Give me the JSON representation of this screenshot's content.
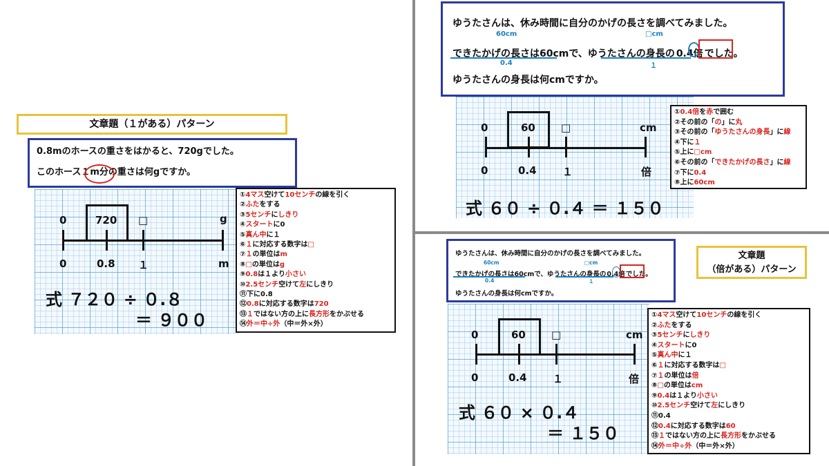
{
  "left": {
    "title": "文章題（１がある）パターン",
    "problem_line1": "0.8mのホースの重さをはかると、720gでした。",
    "problem_line2_a": "このホース",
    "problem_line2_b": "１m分",
    "problem_line2_c": "の重さは何gですか。",
    "diagram": {
      "top_left": "0",
      "box_value": "720",
      "top_mid": "□",
      "top_right": "g",
      "bot_left": "0",
      "bot_mid1": "0.8",
      "bot_mid2": "１",
      "bot_right": "m"
    },
    "formula1": "式 ７２０ ÷ ０.８",
    "formula2": "＝ ９００",
    "steps": [
      [
        "①",
        "4マス",
        "空けて",
        "10センチ",
        "の線を引く"
      ],
      [
        "②",
        "ふた",
        "をする"
      ],
      [
        "③",
        "5センチ",
        "に",
        "しきり"
      ],
      [
        "④",
        "スタート",
        "に0"
      ],
      [
        "⑤",
        "真ん中",
        "に１"
      ],
      [
        "⑥",
        "１",
        "に対応する数字は",
        "□"
      ],
      [
        "⑦",
        "１",
        "の単位は",
        "m"
      ],
      [
        "⑧",
        "□",
        "の単位は",
        "g"
      ],
      [
        "⑨",
        "0.8",
        "は１より",
        "小さい"
      ],
      [
        "⑩",
        "2.5センチ",
        "空けて",
        "左",
        "にしきり"
      ],
      [
        "⑪",
        "",
        "下に0.8"
      ],
      [
        "⑫",
        "0.8",
        "に対応する数字は",
        "720"
      ],
      [
        "⑬",
        "１",
        "ではない方の上に",
        "長方形",
        "をかぶせる"
      ],
      [
        "⑭",
        "外＝中÷外",
        "（中＝外×外）"
      ]
    ]
  },
  "top_right": {
    "problem_line1": "ゆうたさんは、休み時間に自分のかげの長さを調べてみました。",
    "anno_60cm": "60cm",
    "anno_box_cm": "□cm",
    "problem_line2_a": "できたかげの長さは60cmで、ゆうたさんの身長",
    "problem_line2_no": "の",
    "problem_line2_b": "0.4倍",
    "problem_line2_c": "でした。",
    "anno_04": "0.4",
    "anno_1": "１",
    "problem_line3": "ゆうたさんの身長は何cmですか。",
    "diagram": {
      "top_left": "0",
      "box_value": "60",
      "top_mid": "□",
      "top_right": "cm",
      "bot_left": "0",
      "bot_mid1": "0.4",
      "bot_mid2": "１",
      "bot_right": "倍"
    },
    "formula1": "式 ６０ ÷ ０.４ ＝ １５０",
    "steps": [
      [
        "①",
        "0.4倍",
        "を",
        "赤",
        "で囲む"
      ],
      [
        "②",
        "その前の「",
        "の",
        "」に",
        "丸"
      ],
      [
        "③",
        "その前の「",
        "ゆうたさんの身長",
        "」に",
        "線"
      ],
      [
        "④",
        "下に",
        "１"
      ],
      [
        "⑤",
        "上に",
        "□cm"
      ],
      [
        "⑥",
        "その前の「",
        "できたかげの長さ",
        "」に",
        "線"
      ],
      [
        "⑦",
        "下に",
        "0.4"
      ],
      [
        "⑧",
        "上に",
        "60cm"
      ]
    ]
  },
  "bottom_right": {
    "title_line1": "文章題",
    "title_line2": "（倍がある）パターン",
    "problem_line1": "ゆうたさんは、休み時間に自分のかげの長さを調べてみました。",
    "anno_60cm": "60cm",
    "anno_box_cm": "□cm",
    "problem_line2_a": "できたかげの長さは60cmで、ゆうたさんの身長",
    "problem_line2_no": "の",
    "problem_line2_b": "0.4倍",
    "problem_line2_c": "でした。",
    "anno_04": "0.4",
    "anno_1": "１",
    "problem_line3": "ゆうたさんの身長は何cmですか。",
    "diagram": {
      "top_left": "0",
      "box_value": "60",
      "top_mid": "□",
      "top_right": "cm",
      "bot_left": "0",
      "bot_mid1": "0.4",
      "bot_mid2": "１",
      "bot_right": "倍"
    },
    "formula1": "式 ６０ × ０.４",
    "formula2": "＝ １５０",
    "steps": [
      [
        "①",
        "4マス",
        "空けて",
        "10センチ",
        "の線を引く"
      ],
      [
        "②",
        "ふた",
        "をする"
      ],
      [
        "③",
        "5センチ",
        "に",
        "しきり"
      ],
      [
        "④",
        "スタート",
        "に0"
      ],
      [
        "⑤",
        "真ん中",
        "に１"
      ],
      [
        "⑥",
        "１",
        "に対応する数字は",
        "□"
      ],
      [
        "⑦",
        "１",
        "の単位は",
        "倍"
      ],
      [
        "⑧",
        "□",
        "の単位は",
        "cm"
      ],
      [
        "⑨",
        "0.4",
        "は１より",
        "小さい"
      ],
      [
        "⑩",
        "2.5センチ",
        "空けて",
        "左",
        "にしきり"
      ],
      [
        "⑪",
        "",
        "0.4"
      ],
      [
        "⑫",
        "0.4",
        "に対応する数字は",
        "60"
      ],
      [
        "⑬",
        "１",
        "ではない方の上に",
        "長方形",
        "をかぶせる"
      ],
      [
        "⑭",
        "外＝中÷外",
        "（中＝外×外）"
      ]
    ]
  },
  "colors": {
    "red": "#d8231d",
    "blue": "#1a7fbf",
    "frame": "#2b3a9c",
    "title_border": "#e9c23a"
  }
}
